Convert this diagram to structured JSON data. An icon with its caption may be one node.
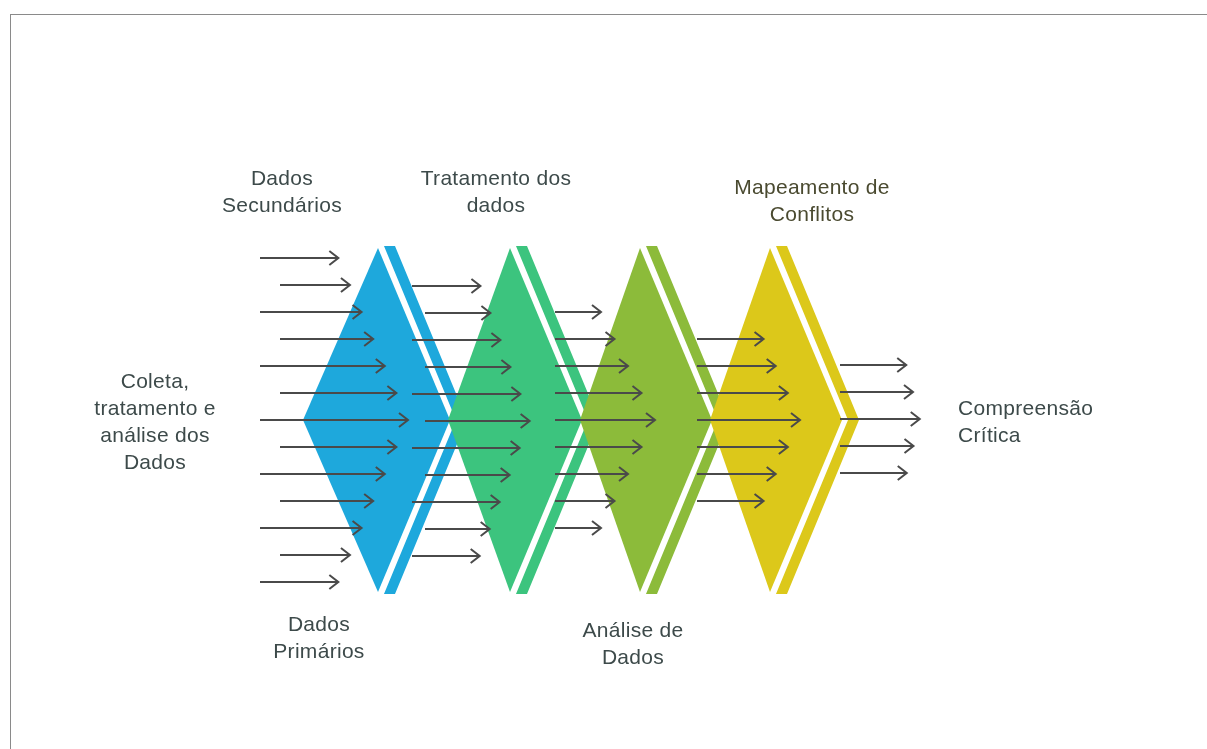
{
  "diagram": {
    "labels": [
      "Dados Secundários",
      "Tratamento dos dados",
      "Mapeamento de Conflitos",
      "Coleta, tratamento e análise dos Dados",
      "Compreensão Crítica",
      "Dados Primários",
      "Análise de Dados"
    ]
  }
}
